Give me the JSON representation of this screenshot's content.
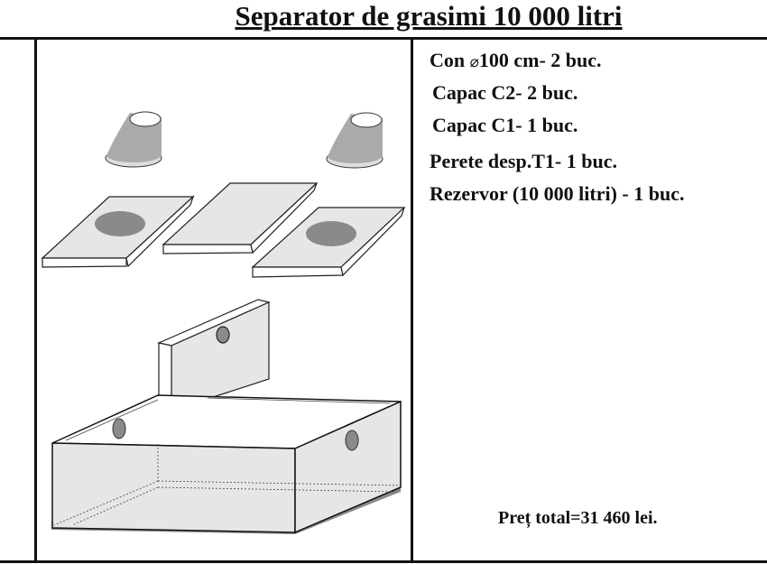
{
  "title": "Separator de grasimi 10 000 litri",
  "components": [
    {
      "symbol": "⌀",
      "label_pre": "Con ",
      "label_post": "100 cm- 2 buc."
    },
    {
      "label": "Capac C2- 2 buc."
    },
    {
      "label": "Capac C1- 1 buc."
    },
    {
      "label": "Perete desp.T1- 1 buc."
    },
    {
      "label": "Rezervor (10 000 litri) - 1 buc."
    }
  ],
  "total": "Preț total=31 460 lei.",
  "colors": {
    "line": "#111111",
    "panel": "#e6e6e6",
    "hole": "#8a8a8a",
    "base": "#8c8c8c"
  }
}
